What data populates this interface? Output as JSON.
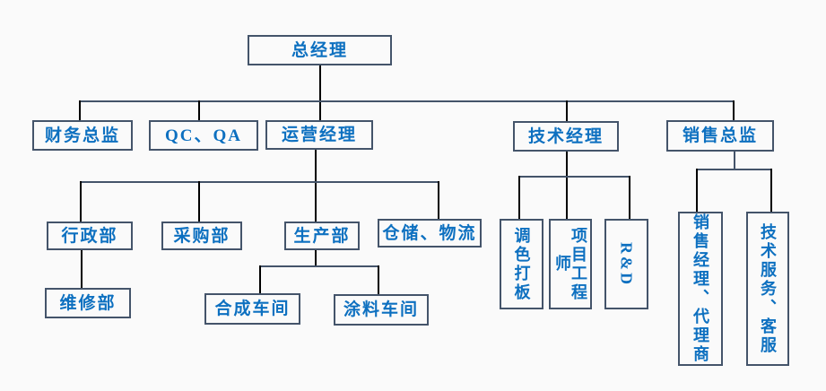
{
  "style": {
    "background_color": "#fafafa",
    "box_border_color": "#44546a",
    "label_text_color": "#0d70c0",
    "horizontal_connector_color": "#44546a",
    "vertical_connector_color": "#000000"
  },
  "nodes": {
    "general_manager": {
      "label": "总经理"
    },
    "finance_director": {
      "label": "财务总监"
    },
    "qc_qa": {
      "label": "QC、QA"
    },
    "operations_manager": {
      "label": "运营经理"
    },
    "technical_manager": {
      "label": "技术经理"
    },
    "sales_director": {
      "label": "销售总监"
    },
    "admin_dept": {
      "label": "行政部"
    },
    "purchasing_dept": {
      "label": "采购部"
    },
    "production_dept": {
      "label": "生产部"
    },
    "warehouse_logistics": {
      "label": "仓储、物流"
    },
    "maintenance_dept": {
      "label": "维修部"
    },
    "synthesis_workshop": {
      "label": "合成车间"
    },
    "coating_workshop": {
      "label": "涂料车间"
    },
    "color_matching": {
      "label": "调色打板"
    },
    "project_engineer": {
      "label": "项目工程师"
    },
    "rd": {
      "label": "R&D"
    },
    "sales_manager_agents": {
      "label": "销售经理、代理商"
    },
    "tech_service_support": {
      "label": "技术服务、客服"
    }
  },
  "hierarchy": [
    {
      "parent": "总经理",
      "children": [
        "财务总监",
        "QC、QA",
        "运营经理",
        "技术经理",
        "销售总监"
      ]
    },
    {
      "parent": "运营经理",
      "children": [
        "行政部",
        "采购部",
        "生产部",
        "仓储、物流"
      ]
    },
    {
      "parent": "行政部",
      "children": [
        "维修部"
      ]
    },
    {
      "parent": "生产部",
      "children": [
        "合成车间",
        "涂料车间"
      ]
    },
    {
      "parent": "技术经理",
      "children": [
        "调色打板",
        "项目工程师",
        "R&D"
      ]
    },
    {
      "parent": "销售总监",
      "children": [
        "销售经理、代理商",
        "技术服务、客服"
      ]
    }
  ]
}
